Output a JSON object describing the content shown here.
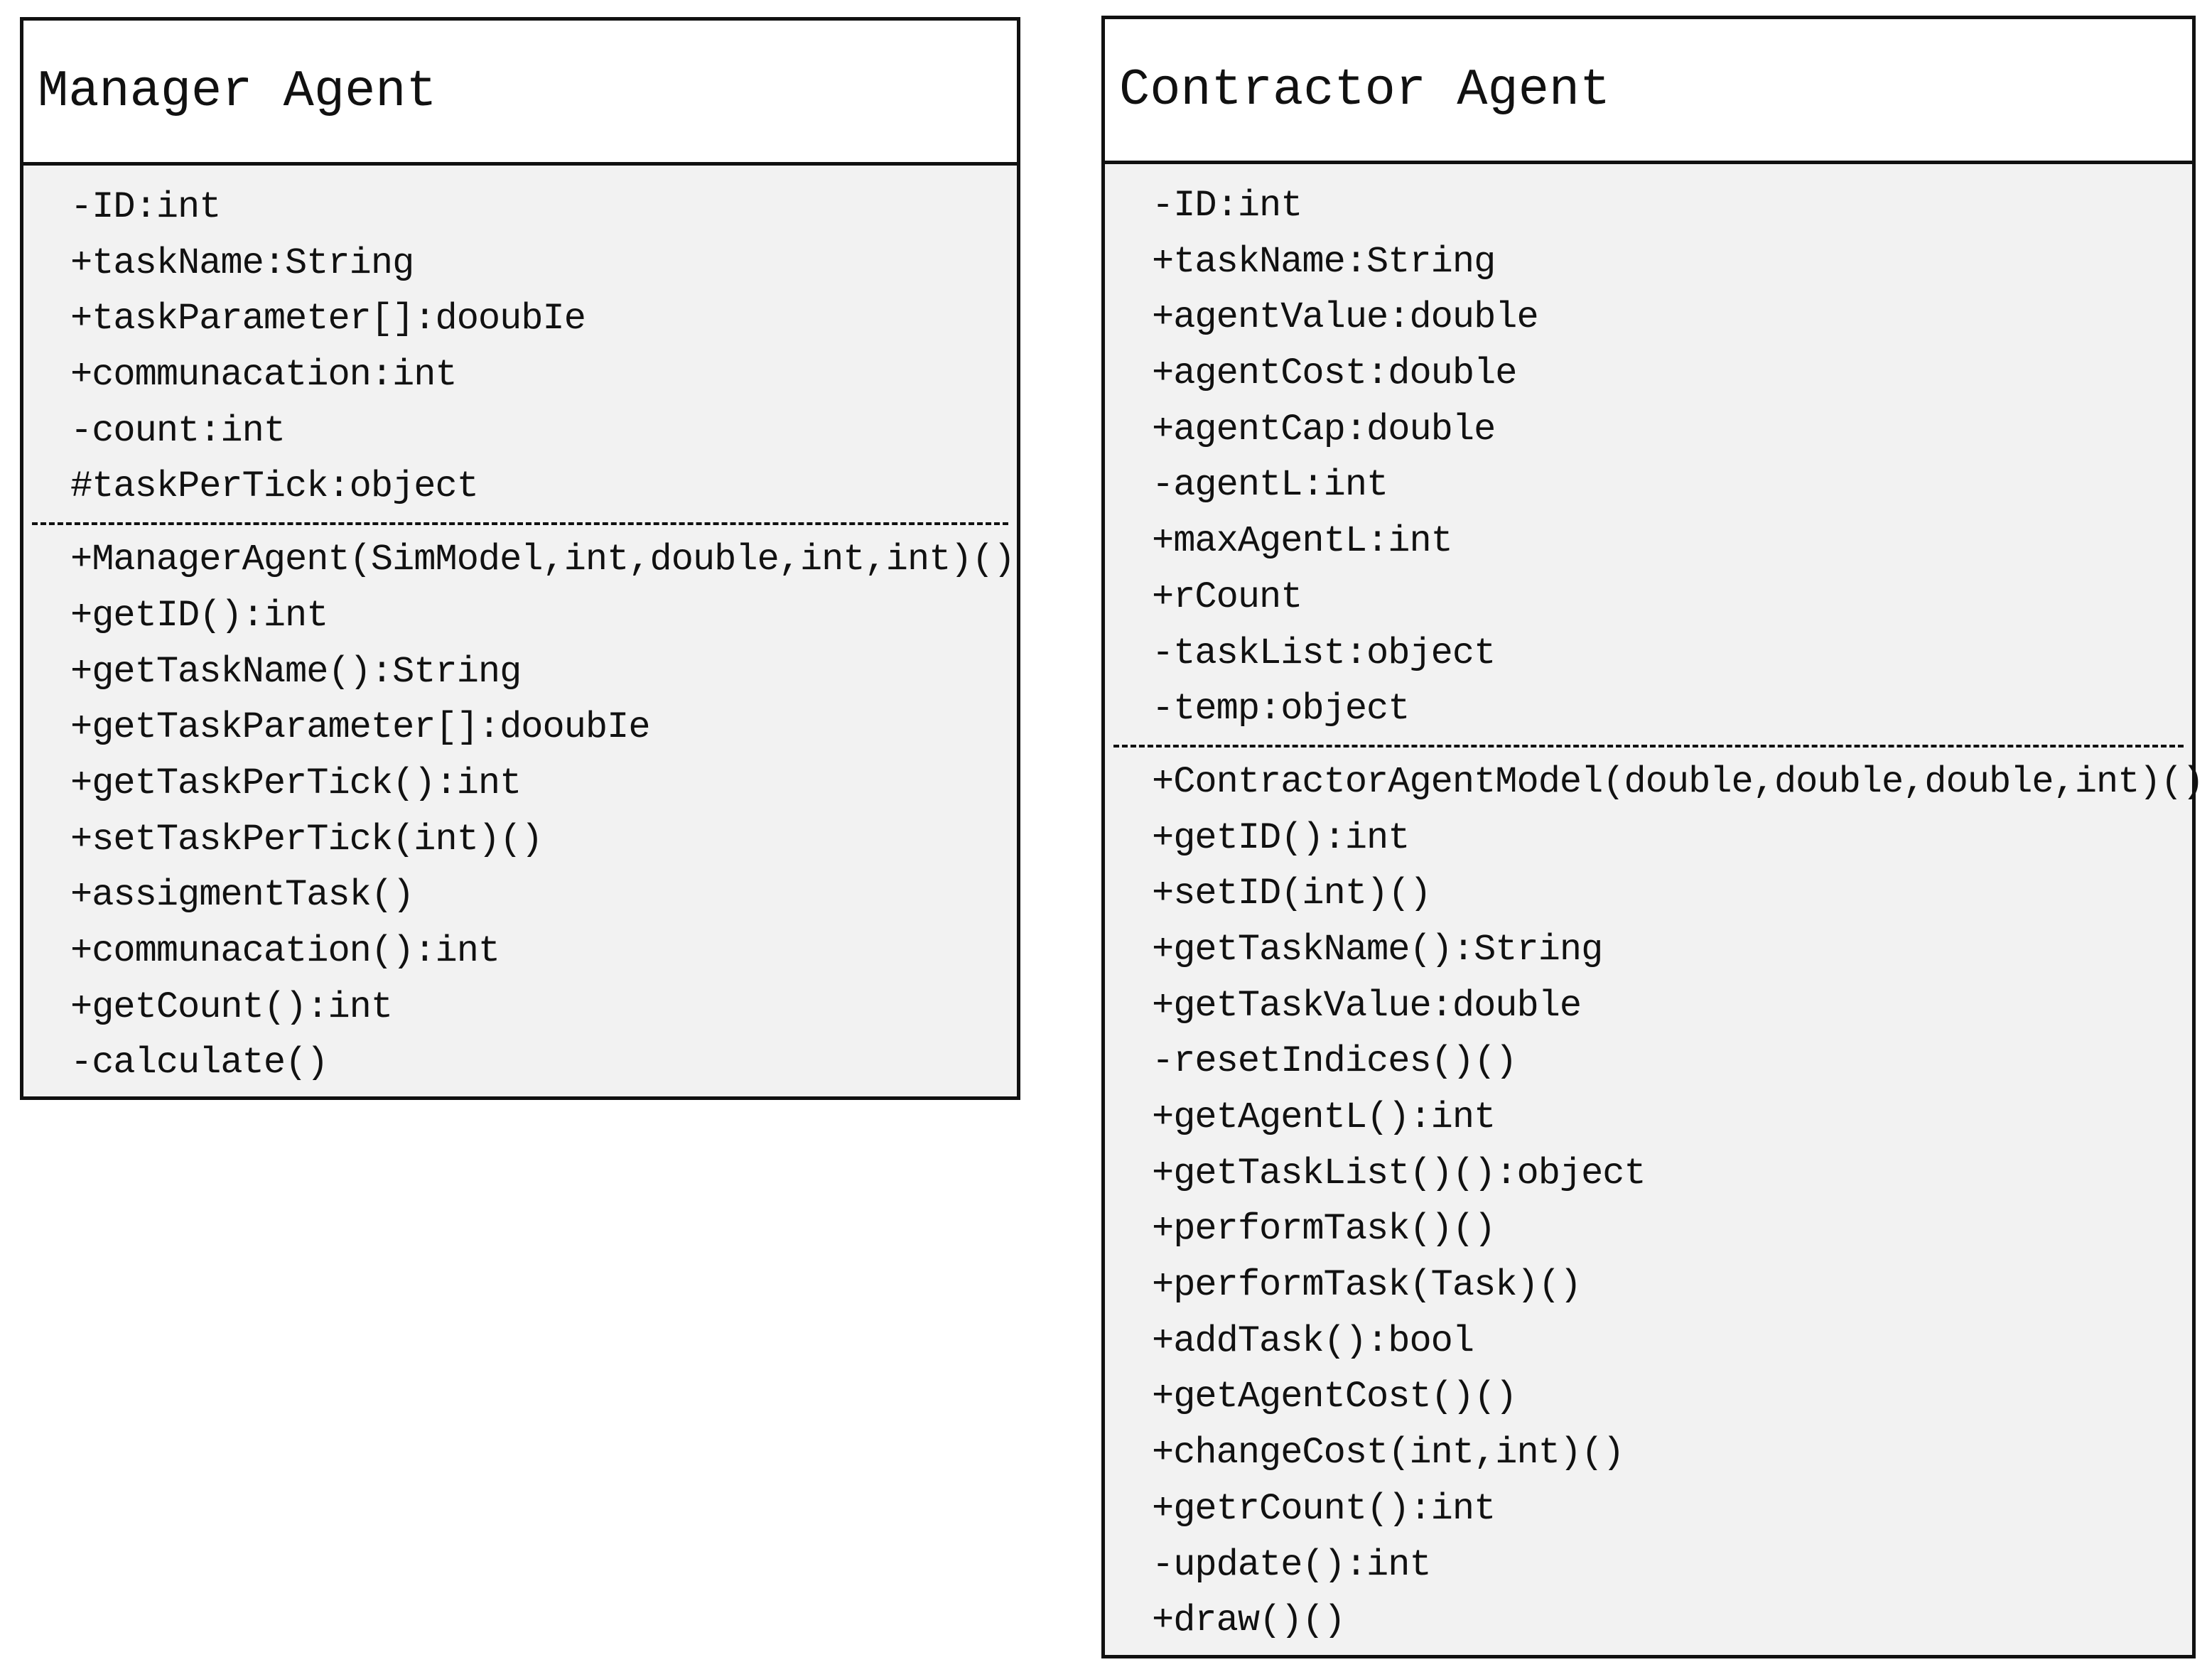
{
  "manager": {
    "name": "Manager Agent",
    "attributes": [
      "-ID:int",
      "+taskName:String",
      "+taskParameter[]:dooubIe",
      "+communacation:int",
      "-count:int",
      "#taskPerTick:object"
    ],
    "operations": [
      "+ManagerAgent(SimModel,int,double,int,int)()",
      "+getID():int",
      "+getTaskName():String",
      "+getTaskParameter[]:dooubIe",
      "+getTaskPerTick():int",
      "+setTaskPerTick(int)()",
      "+assigmentTask()",
      "+communacation():int",
      "+getCount():int",
      "-calculate()"
    ]
  },
  "contractor": {
    "name": "Contractor Agent",
    "attributes": [
      "-ID:int",
      "+taskName:String",
      "+agentValue:double",
      "+agentCost:double",
      "+agentCap:double",
      "-agentL:int",
      "+maxAgentL:int",
      "+rCount",
      "-taskList:object",
      "-temp:object"
    ],
    "operations": [
      "+ContractorAgentModel(double,double,double,int)()",
      "+getID():int",
      "+setID(int)()",
      "+getTaskName():String",
      "+getTaskValue:double",
      "-resetIndices()()",
      "+getAgentL():int",
      "+getTaskList()():object",
      "+performTask()()",
      "+performTask(Task)()",
      "+addTask():bool",
      "+getAgentCost()()",
      "+changeCost(int,int)()",
      "+getrCount():int",
      "-update():int",
      "+draw()()"
    ]
  }
}
